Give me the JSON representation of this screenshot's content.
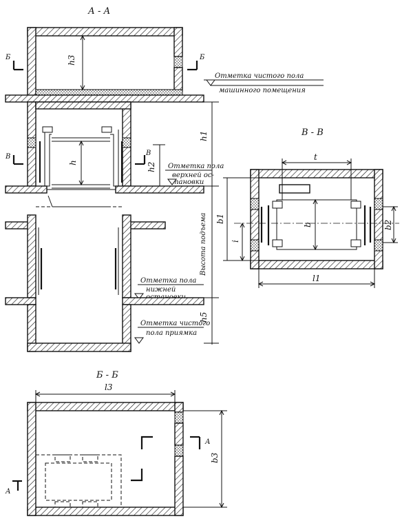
{
  "sections": {
    "aa": "А - А",
    "vv": "В - В",
    "bb": "Б - Б"
  },
  "cut_marks": {
    "b_left": "Б",
    "b_right": "Б",
    "v_left": "В",
    "v_right": "В",
    "a_left": "А",
    "a_right": "А"
  },
  "dimensions": {
    "h3": "h3",
    "h1": "h1",
    "h": "h",
    "h2": "h2",
    "h5": "h5",
    "lift_height": "Высота подъема",
    "t": "t",
    "l1": "l1",
    "b": "b",
    "b1": "b1",
    "b2": "b2",
    "i": "i",
    "l3": "l3",
    "b3": "b3"
  },
  "level_marks": {
    "machine_room_line1": "Отметка чистого пола",
    "machine_room_line2": "машинного помещения",
    "top_stop_line1": "Отметка пола",
    "top_stop_line2": "верхней ос-",
    "top_stop_line3": "тановки",
    "bottom_stop_line1": "Отметка пола",
    "bottom_stop_line2": "нижней",
    "bottom_stop_line3": "остановки",
    "pit_line1": "Отметка чистого",
    "pit_line2": "пола приямка"
  }
}
